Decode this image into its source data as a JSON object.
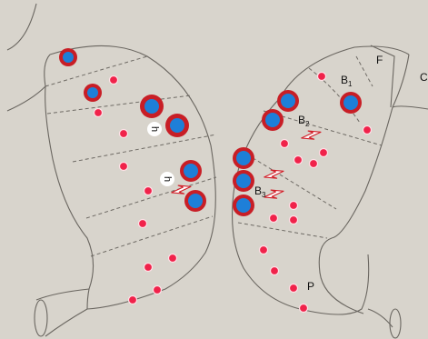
{
  "labels": {
    "F": "F",
    "C": "C",
    "B1_main": "B",
    "B1_sub": "1",
    "B2_main": "B",
    "B2_sub": "2",
    "B3_main": "B",
    "B3_sub": "3",
    "P": "P",
    "h_upper": "h",
    "h_lower": "h"
  },
  "colors": {
    "background": "#d8d4cc",
    "small_cell": "#f0224a",
    "large_cell_ring": "#c81e26",
    "large_cell_core": "#1e7fd8",
    "outline": "#6a6660"
  },
  "icons": [
    "lightning-bolt-icon"
  ]
}
